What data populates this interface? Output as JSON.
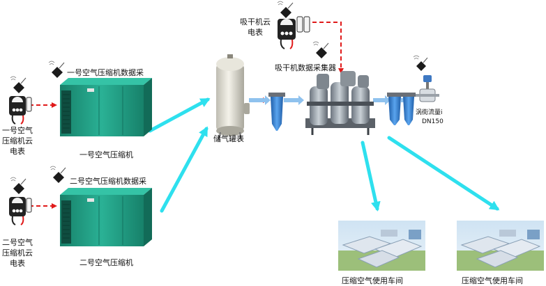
{
  "labels": {
    "meter_dryer": [
      "吸干机云",
      "电表"
    ],
    "collector_dryer": "吸干机数据采集器",
    "collector_comp1": "一号空气压缩机数据采",
    "collector_comp2": "二号空气压缩机数据采",
    "meter_comp1": [
      "一号空气",
      "压缩机云",
      "电表"
    ],
    "meter_comp2": [
      "二号空气",
      "压缩机云",
      "电表"
    ],
    "compressor1": "一号空气压缩机",
    "compressor2": "二号空气压缩机",
    "tank": "储气罐表",
    "flowmeter_name": "涡街流量i",
    "flowmeter_size": "DN150",
    "workshop1": "压缩空气使用车间",
    "workshop2": "压缩空气使用车间"
  },
  "colors": {
    "signal_link": "#e01a1a",
    "air_flow": "#2ee0ee",
    "compressor_body": "#1e9a82",
    "compressor_dark": "#146e5d",
    "filter": "#3a86d8",
    "meter_body": "#222222"
  }
}
